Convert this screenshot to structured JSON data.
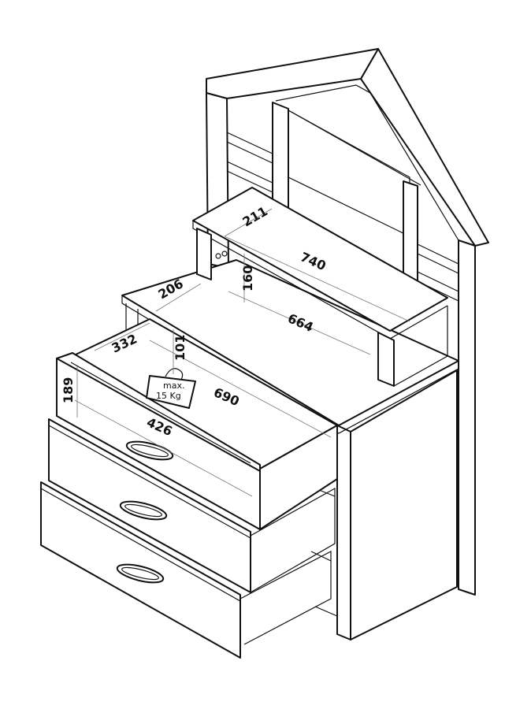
{
  "dimensions": {
    "d211": "211",
    "d740": "740",
    "d160": "160",
    "d206": "206",
    "d664": "664",
    "d332": "332",
    "d101": "101",
    "d690": "690",
    "d189": "189",
    "d426": "426"
  },
  "weight_tag": {
    "line1": "max.",
    "line2": "15 Kg"
  },
  "colors": {
    "line": "#111111",
    "dimension_line": "#777777",
    "background": "#ffffff"
  }
}
